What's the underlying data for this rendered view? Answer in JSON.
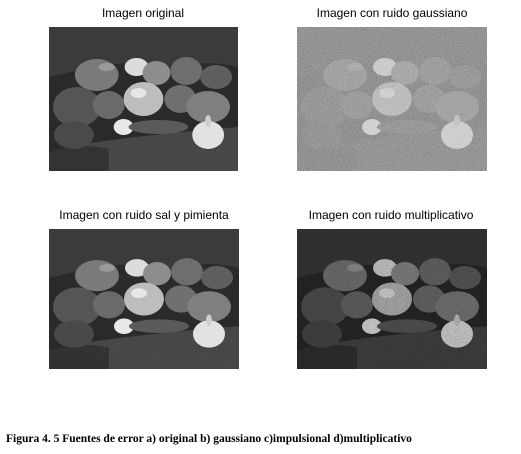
{
  "figure": {
    "panels": [
      {
        "id": "a",
        "title": "Imagen original",
        "noise": "none"
      },
      {
        "id": "b",
        "title": "Imagen con ruido gaussiano",
        "noise": "gaussian"
      },
      {
        "id": "c",
        "title": "Imagen con ruido sal y pimienta",
        "noise": "salt-pepper"
      },
      {
        "id": "d",
        "title": "Imagen con ruido multiplicativo",
        "noise": "multiplicative"
      }
    ],
    "caption": "Figura 4. 5 Fuentes de error a) original b) gaussiano c)impulsional d)multiplicativo"
  }
}
